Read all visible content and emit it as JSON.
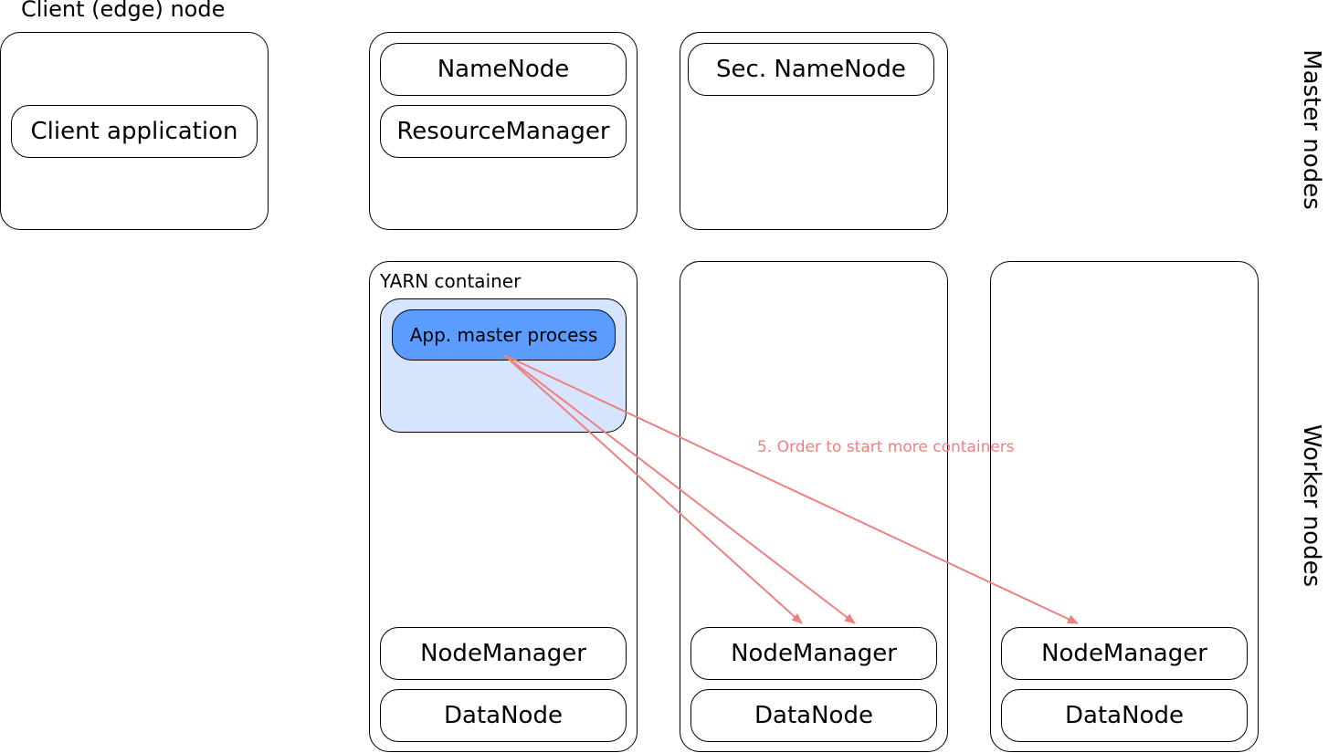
{
  "client_node": {
    "title": "Client (edge) node",
    "app_label": "Client application"
  },
  "master_nodes": {
    "label": "Master nodes",
    "primary": {
      "namenode": "NameNode",
      "resourcemanager": "ResourceManager"
    },
    "secondary": {
      "sec_namenode": "Sec. NameNode"
    }
  },
  "worker_nodes": {
    "label": "Worker nodes",
    "yarn_container_label": "YARN container",
    "app_master_label": "App. master process",
    "nodes": [
      {
        "nodemanager": "NodeManager",
        "datanode": "DataNode"
      },
      {
        "nodemanager": "NodeManager",
        "datanode": "DataNode"
      },
      {
        "nodemanager": "NodeManager",
        "datanode": "DataNode"
      }
    ]
  },
  "arrows": {
    "label": "5. Order to start more containers",
    "color": "#f08080"
  }
}
